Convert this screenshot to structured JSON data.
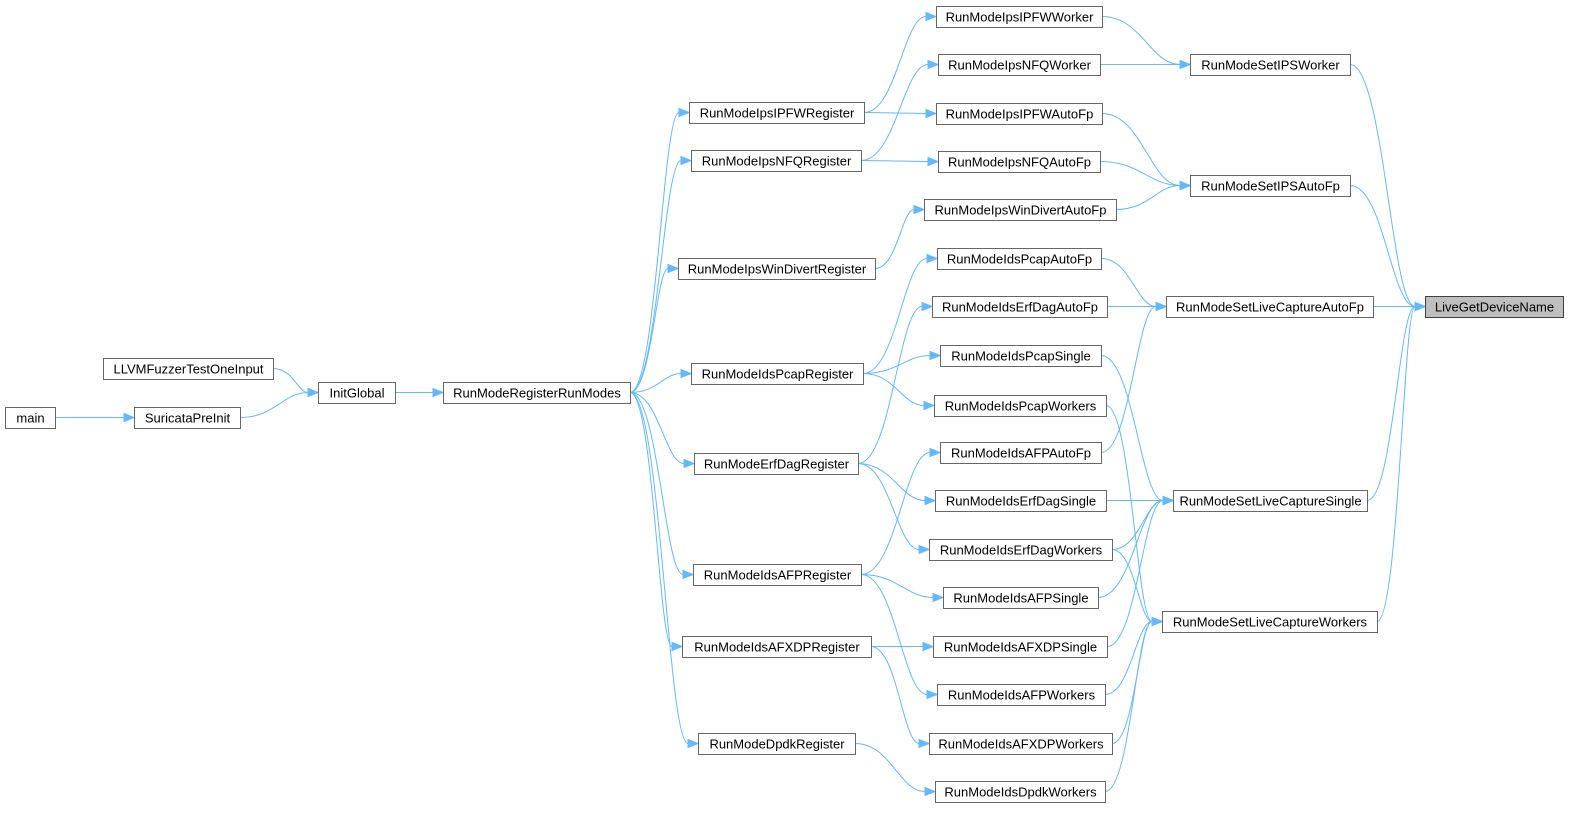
{
  "nodes": {
    "main": "main",
    "llvm": "LLVMFuzzerTestOneInput",
    "suricata_preinit": "SuricataPreInit",
    "init_global": "InitGlobal",
    "register_run_modes": "RunModeRegisterRunModes",
    "ips_ipfw_register": "RunModeIpsIPFWRegister",
    "ips_nfq_register": "RunModeIpsNFQRegister",
    "ips_windivert_register": "RunModeIpsWinDivertRegister",
    "ids_pcap_register": "RunModeIdsPcapRegister",
    "erfdag_register": "RunModeErfDagRegister",
    "ids_afp_register": "RunModeIdsAFPRegister",
    "ids_afxdp_register": "RunModeIdsAFXDPRegister",
    "dpdk_register": "RunModeDpdkRegister",
    "ips_ipfw_worker": "RunModeIpsIPFWWorker",
    "ips_nfq_worker": "RunModeIpsNFQWorker",
    "ips_ipfw_autofp": "RunModeIpsIPFWAutoFp",
    "ips_nfq_autofp": "RunModeIpsNFQAutoFp",
    "ips_windivert_autofp": "RunModeIpsWinDivertAutoFp",
    "ids_pcap_autofp": "RunModeIdsPcapAutoFp",
    "ids_erfdag_autofp": "RunModeIdsErfDagAutoFp",
    "ids_pcap_single": "RunModeIdsPcapSingle",
    "ids_pcap_workers": "RunModeIdsPcapWorkers",
    "ids_afp_autofp": "RunModeIdsAFPAutoFp",
    "ids_erfdag_single": "RunModeIdsErfDagSingle",
    "ids_erfdag_workers": "RunModeIdsErfDagWorkers",
    "ids_afp_single": "RunModeIdsAFPSingle",
    "ids_afxdp_single": "RunModeIdsAFXDPSingle",
    "ids_afp_workers": "RunModeIdsAFPWorkers",
    "ids_afxdp_workers": "RunModeIdsAFXDPWorkers",
    "ids_dpdk_workers": "RunModeIdsDpdkWorkers",
    "set_ips_worker": "RunModeSetIPSWorker",
    "set_ips_autofp": "RunModeSetIPSAutoFp",
    "set_live_autofp": "RunModeSetLiveCaptureAutoFp",
    "set_live_single": "RunModeSetLiveCaptureSingle",
    "set_live_workers": "RunModeSetLiveCaptureWorkers",
    "live_get_device_name": "LiveGetDeviceName"
  },
  "colors": {
    "edge": "#63b8ff",
    "node_border": "#666666",
    "highlight_fill": "#bfbfbf"
  }
}
